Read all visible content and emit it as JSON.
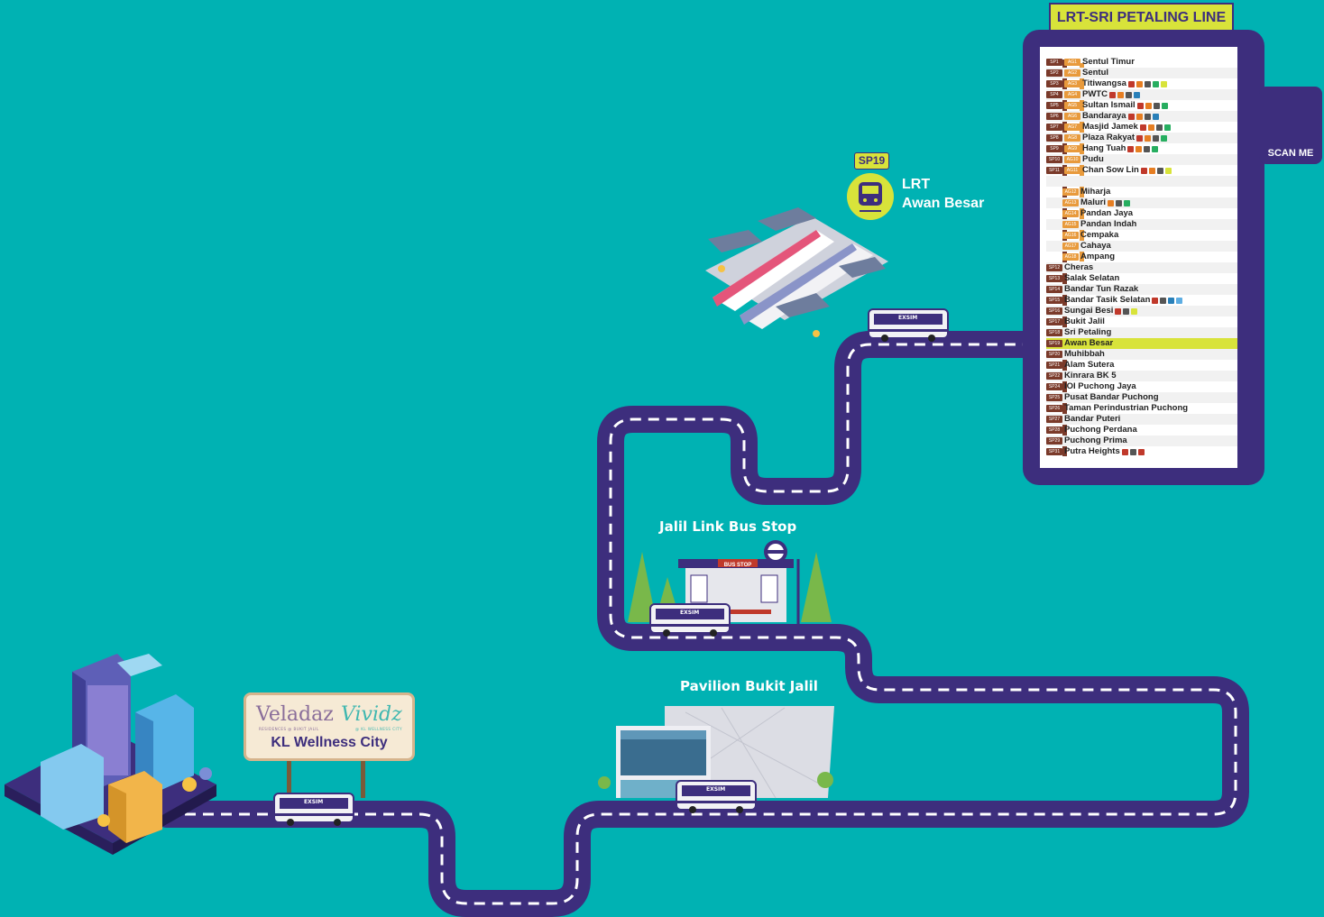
{
  "line": {
    "title": "LRT-SRI PETALING LINE",
    "stations": [
      {
        "code": "SP1",
        "code2": "AG1",
        "name": "Sentul Timur",
        "icons": []
      },
      {
        "code": "SP2",
        "code2": "AG2",
        "name": "Sentul",
        "icons": []
      },
      {
        "code": "SP3",
        "code2": "AG3",
        "name": "Titiwangsa",
        "icons": [
          "#c0392b",
          "#e67e22",
          "#555555",
          "#27ae60",
          "#d8e33a"
        ]
      },
      {
        "code": "SP4",
        "code2": "AG4",
        "name": "PWTC",
        "icons": [
          "#c0392b",
          "#e67e22",
          "#555555",
          "#2980b9"
        ]
      },
      {
        "code": "SP5",
        "code2": "AG5",
        "name": "Sultan Ismail",
        "icons": [
          "#c0392b",
          "#e67e22",
          "#555555",
          "#27ae60"
        ]
      },
      {
        "code": "SP6",
        "code2": "AG6",
        "name": "Bandaraya",
        "icons": [
          "#c0392b",
          "#e67e22",
          "#555555",
          "#2980b9"
        ]
      },
      {
        "code": "SP7",
        "code2": "AG7",
        "name": "Masjid Jamek",
        "icons": [
          "#c0392b",
          "#e67e22",
          "#555555",
          "#27ae60"
        ]
      },
      {
        "code": "SP8",
        "code2": "AG8",
        "name": "Plaza Rakyat",
        "icons": [
          "#c0392b",
          "#e67e22",
          "#555555",
          "#27ae60"
        ]
      },
      {
        "code": "SP9",
        "code2": "AG9",
        "name": "Hang Tuah",
        "icons": [
          "#c0392b",
          "#e67e22",
          "#555555",
          "#27ae60"
        ]
      },
      {
        "code": "SP10",
        "code2": "AG10",
        "name": "Pudu",
        "icons": []
      },
      {
        "code": "SP11",
        "code2": "AG11",
        "name": "Chan Sow Lin",
        "icons": [
          "#c0392b",
          "#e67e22",
          "#555555",
          "#d8e33a"
        ]
      },
      {
        "code": "",
        "code2": "",
        "name": "",
        "icons": []
      },
      {
        "code": "",
        "code2": "AG12",
        "name": "Miharja",
        "icons": []
      },
      {
        "code": "",
        "code2": "AG13",
        "name": "Maluri",
        "icons": [
          "#e67e22",
          "#555555",
          "#27ae60"
        ]
      },
      {
        "code": "",
        "code2": "AG14",
        "name": "Pandan Jaya",
        "icons": []
      },
      {
        "code": "",
        "code2": "AG15",
        "name": "Pandan Indah",
        "icons": []
      },
      {
        "code": "",
        "code2": "AG16",
        "name": "Cempaka",
        "icons": []
      },
      {
        "code": "",
        "code2": "AG17",
        "name": "Cahaya",
        "icons": []
      },
      {
        "code": "",
        "code2": "AG18",
        "name": "Ampang",
        "icons": []
      },
      {
        "code": "SP12",
        "code2": "",
        "name": "Cheras",
        "icons": []
      },
      {
        "code": "SP13",
        "code2": "",
        "name": "Salak Selatan",
        "icons": []
      },
      {
        "code": "SP14",
        "code2": "",
        "name": "Bandar Tun Razak",
        "icons": []
      },
      {
        "code": "SP15",
        "code2": "",
        "name": "Bandar Tasik Selatan",
        "icons": [
          "#c0392b",
          "#555555",
          "#2980b9",
          "#5dade2"
        ]
      },
      {
        "code": "SP16",
        "code2": "",
        "name": "Sungai Besi",
        "icons": [
          "#c0392b",
          "#555555",
          "#d8e33a"
        ]
      },
      {
        "code": "SP17",
        "code2": "",
        "name": "Bukit Jalil",
        "icons": []
      },
      {
        "code": "SP18",
        "code2": "",
        "name": "Sri Petaling",
        "icons": []
      },
      {
        "code": "SP19",
        "code2": "",
        "name": "Awan Besar",
        "icons": [],
        "highlight": true
      },
      {
        "code": "SP20",
        "code2": "",
        "name": "Muhibbah",
        "icons": []
      },
      {
        "code": "SP21",
        "code2": "",
        "name": "Alam Sutera",
        "icons": []
      },
      {
        "code": "SP22",
        "code2": "",
        "name": "Kinrara BK 5",
        "icons": []
      },
      {
        "code": "SP24",
        "code2": "",
        "name": "IOI Puchong Jaya",
        "icons": []
      },
      {
        "code": "SP25",
        "code2": "",
        "name": "Pusat Bandar Puchong",
        "icons": []
      },
      {
        "code": "SP26",
        "code2": "",
        "name": "Taman Perindustrian Puchong",
        "icons": []
      },
      {
        "code": "SP27",
        "code2": "",
        "name": "Bandar Puteri",
        "icons": []
      },
      {
        "code": "SP28",
        "code2": "",
        "name": "Puchong Perdana",
        "icons": []
      },
      {
        "code": "SP29",
        "code2": "",
        "name": "Puchong Prima",
        "icons": []
      },
      {
        "code": "SP31",
        "code2": "",
        "name": "Putra Heights",
        "icons": [
          "#c0392b",
          "#555555",
          "#c0392b"
        ]
      }
    ]
  },
  "qr": {
    "label": "SCAN ME"
  },
  "lrt_station": {
    "badge": "SP19",
    "line1": "LRT",
    "line2": "Awan Besar"
  },
  "landmarks": {
    "bus_stop": "Jalil Link Bus Stop",
    "bus_stop_sign": "BUS STOP",
    "mall": "Pavilion Bukit Jalil",
    "bus_text": "EXSIM"
  },
  "signboard": {
    "brand1": "Veladaz",
    "brand1_sub": "RESIDENCES @ BUKIT JALIL",
    "brand2": "Vividz",
    "brand2_sub": "@ KL WELLNESS CITY",
    "title": "KL Wellness City"
  },
  "colors": {
    "background": "#00b2b3",
    "road": "#3d2e7d",
    "accent": "#d8e33a",
    "line": "#7a3a2a",
    "branch": "#e89a3c"
  }
}
